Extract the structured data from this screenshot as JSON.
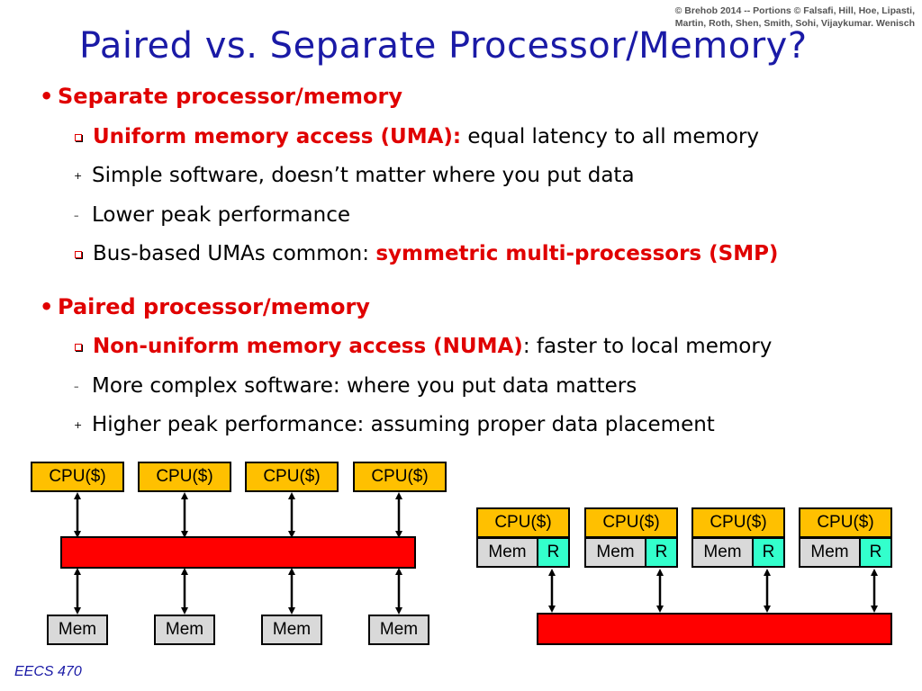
{
  "copyright": {
    "line1": "© Brehob 2014 -- Portions © Falsafi, Hill, Hoe, Lipasti,",
    "line2": "Martin, Roth, Shen, Smith, Sohi, Vijaykumar. Wenisch"
  },
  "title": "Paired vs. Separate Processor/Memory?",
  "separate": {
    "heading": "Separate processor/memory",
    "uma_term": "Uniform memory access (UMA):",
    "uma_desc": " equal latency to all memory",
    "plus1": "Simple software, doesn’t matter where you put data",
    "minus1": "Lower peak performance",
    "bus_text": "Bus-based UMAs common: ",
    "bus_term": "symmetric multi-processors (SMP)"
  },
  "paired": {
    "heading": "Paired processor/memory",
    "numa_term": "Non-uniform memory access (NUMA)",
    "numa_desc": ": faster to local memory",
    "minus1": "More complex software: where you put data matters",
    "plus1": "Higher peak performance: assuming proper data placement"
  },
  "markers": {
    "plus": "+",
    "minus": "–"
  },
  "diagram": {
    "cpu_label": "CPU($)",
    "mem_label": "Mem",
    "router_label": "R",
    "colors": {
      "cpu": "#ffc000",
      "mem": "#d9d9d9",
      "router": "#33ffcc",
      "bus": "#ff0000"
    }
  },
  "footer": "EECS 470"
}
